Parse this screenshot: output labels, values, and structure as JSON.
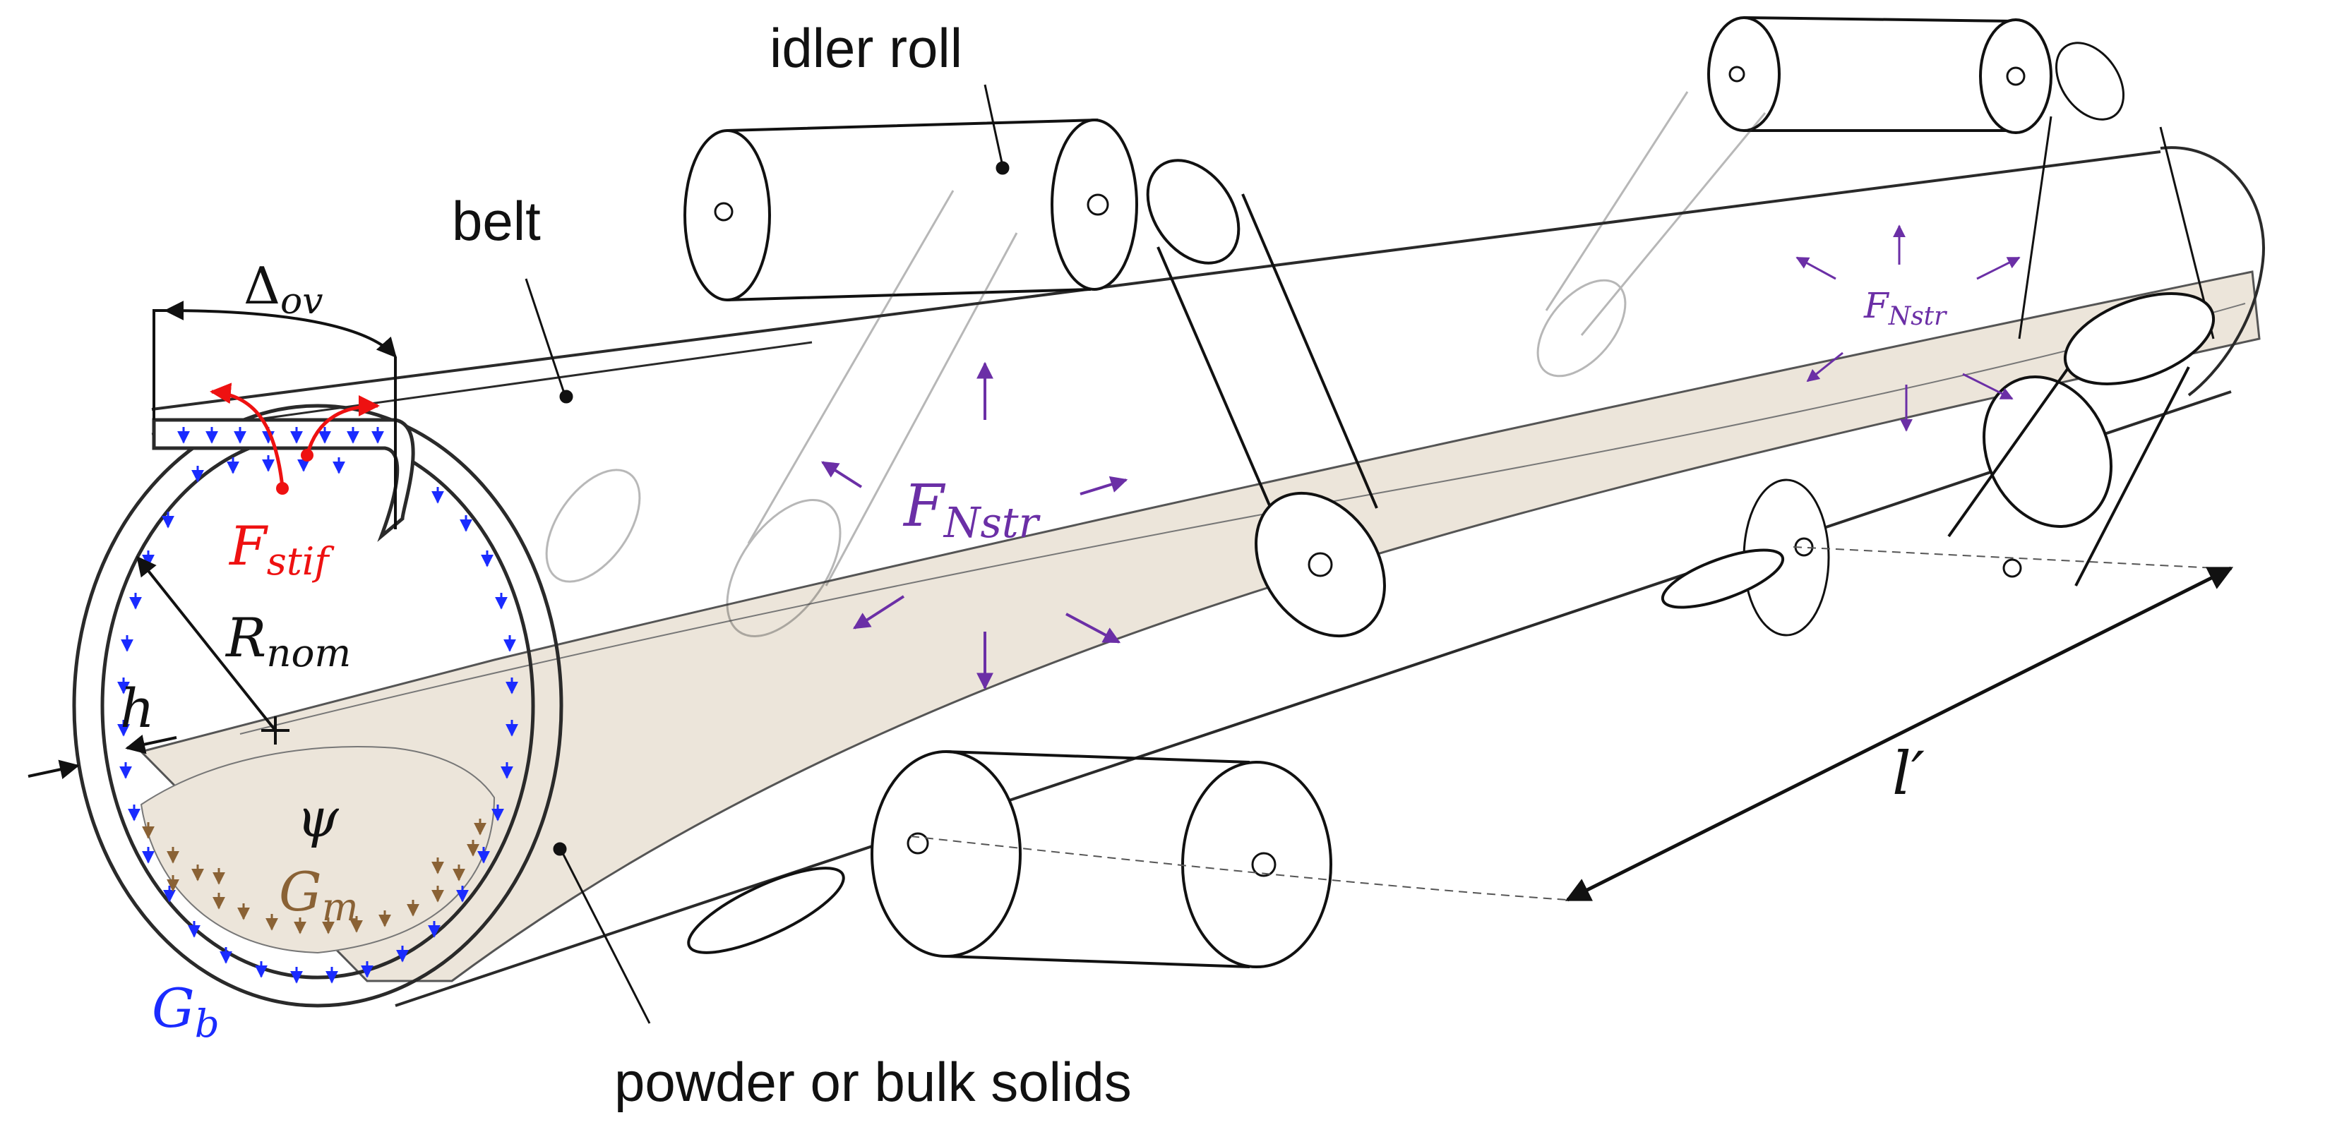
{
  "labels": {
    "idler_roll": "idler roll",
    "belt": "belt",
    "material": "powder or bulk solids"
  },
  "symbols": {
    "delta": {
      "main": "Δ",
      "sub": "ov"
    },
    "f_stif": {
      "main": "F",
      "sub": "stif"
    },
    "r_nom": {
      "main": "R",
      "sub": "nom"
    },
    "h": {
      "main": "h"
    },
    "psi": {
      "main": "ψ"
    },
    "g_m": {
      "main": "G",
      "sub": "m"
    },
    "g_b": {
      "main": "G",
      "sub": "b"
    },
    "f_nstr_front": {
      "main": "F",
      "sub": "Nstr"
    },
    "f_nstr_back": {
      "main": "F",
      "sub": "Nstr"
    },
    "l_prime": {
      "main": "l′"
    }
  },
  "colors": {
    "belt_gravity": "#1a2bff",
    "material_gravity": "#8a6235",
    "stiffness": "#ee1111",
    "normal_force": "#6b2fa6",
    "material_fill": "#ece5da",
    "outline": "#2a2a2a"
  }
}
